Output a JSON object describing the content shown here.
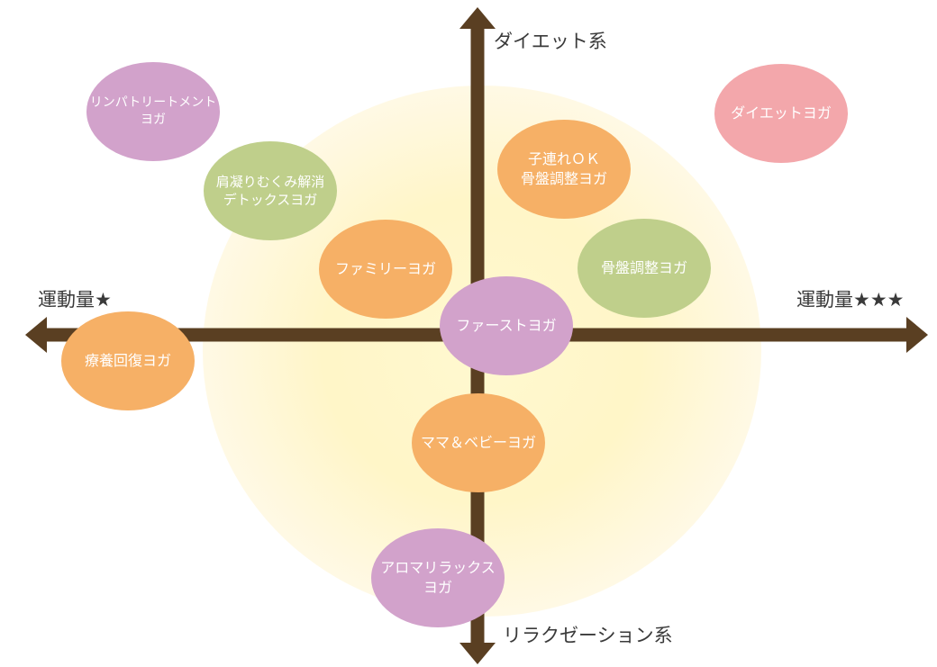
{
  "axes": {
    "top": "ダイエット系",
    "bottom": "リラクゼーション系",
    "left": "運動量★",
    "right": "運動量★★★"
  },
  "colors": {
    "arrow": "#5a3f22",
    "pink": "#f3a7ab",
    "purple": "#d2a2cb",
    "green": "#bfcf8b",
    "orange": "#f6b066",
    "glow": "#fff3c2"
  },
  "nodes": {
    "lymph": [
      "リンパトリートメント",
      "ヨガ"
    ],
    "diet": [
      "ダイエットヨガ"
    ],
    "detox": [
      "肩凝りむくみ解消",
      "デトックスヨガ"
    ],
    "kids": [
      "子連れＯＫ",
      "骨盤調整ヨガ"
    ],
    "pelvis": [
      "骨盤調整ヨガ"
    ],
    "family": [
      "ファミリーヨガ"
    ],
    "first": [
      "ファーストヨガ"
    ],
    "recovery": [
      "療養回復ヨガ"
    ],
    "mamababy": [
      "ママ＆ベビーヨガ"
    ],
    "aroma": [
      "アロマリラックス",
      "ヨガ"
    ]
  }
}
